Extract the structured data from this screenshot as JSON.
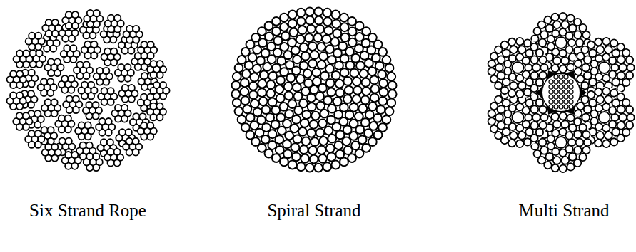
{
  "diagram": {
    "labels": [
      "Six Strand Rope",
      "Spiral Strand",
      "Multi Strand"
    ]
  }
}
